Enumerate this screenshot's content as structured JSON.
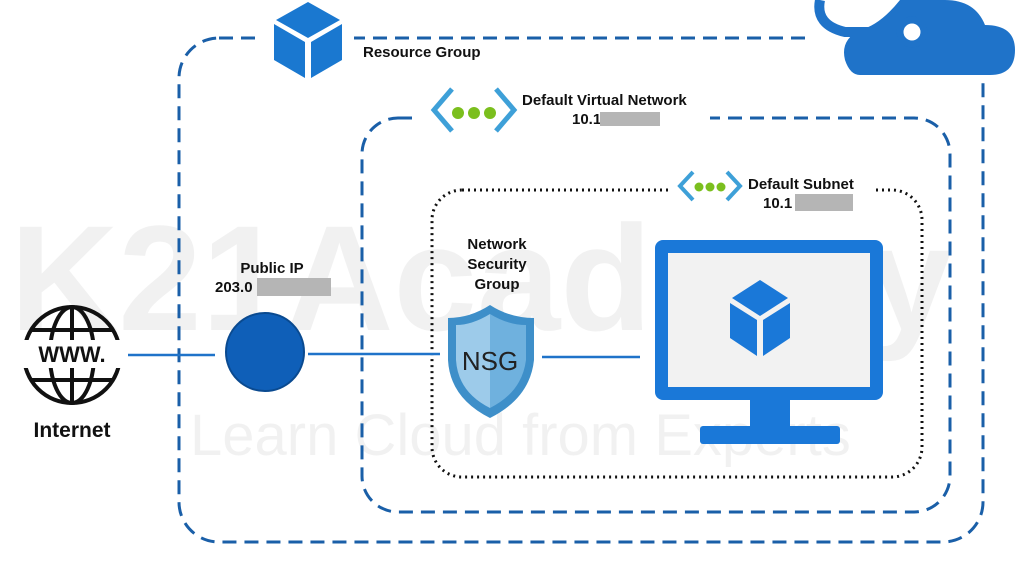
{
  "resource_group": {
    "label": "Resource Group"
  },
  "virtual_network": {
    "label": "Default Virtual Network",
    "address": "10.1"
  },
  "subnet": {
    "label": "Default Subnet",
    "address": "10.1"
  },
  "internet": {
    "label": "Internet",
    "icon_text": "WWW."
  },
  "public_ip": {
    "label": "Public IP",
    "address": "203.0"
  },
  "nsg": {
    "label_lines": [
      "Network",
      "Security",
      "Group"
    ],
    "icon_text": "NSG"
  },
  "watermark": {
    "brand": "K21Academy",
    "tagline": "Learn Cloud from Experts"
  },
  "colors": {
    "azure_blue": "#0f6cbd",
    "dashed_border": "#1a5fa8",
    "green_dot": "#7bbf1e",
    "shield": "#5aa9dc"
  }
}
